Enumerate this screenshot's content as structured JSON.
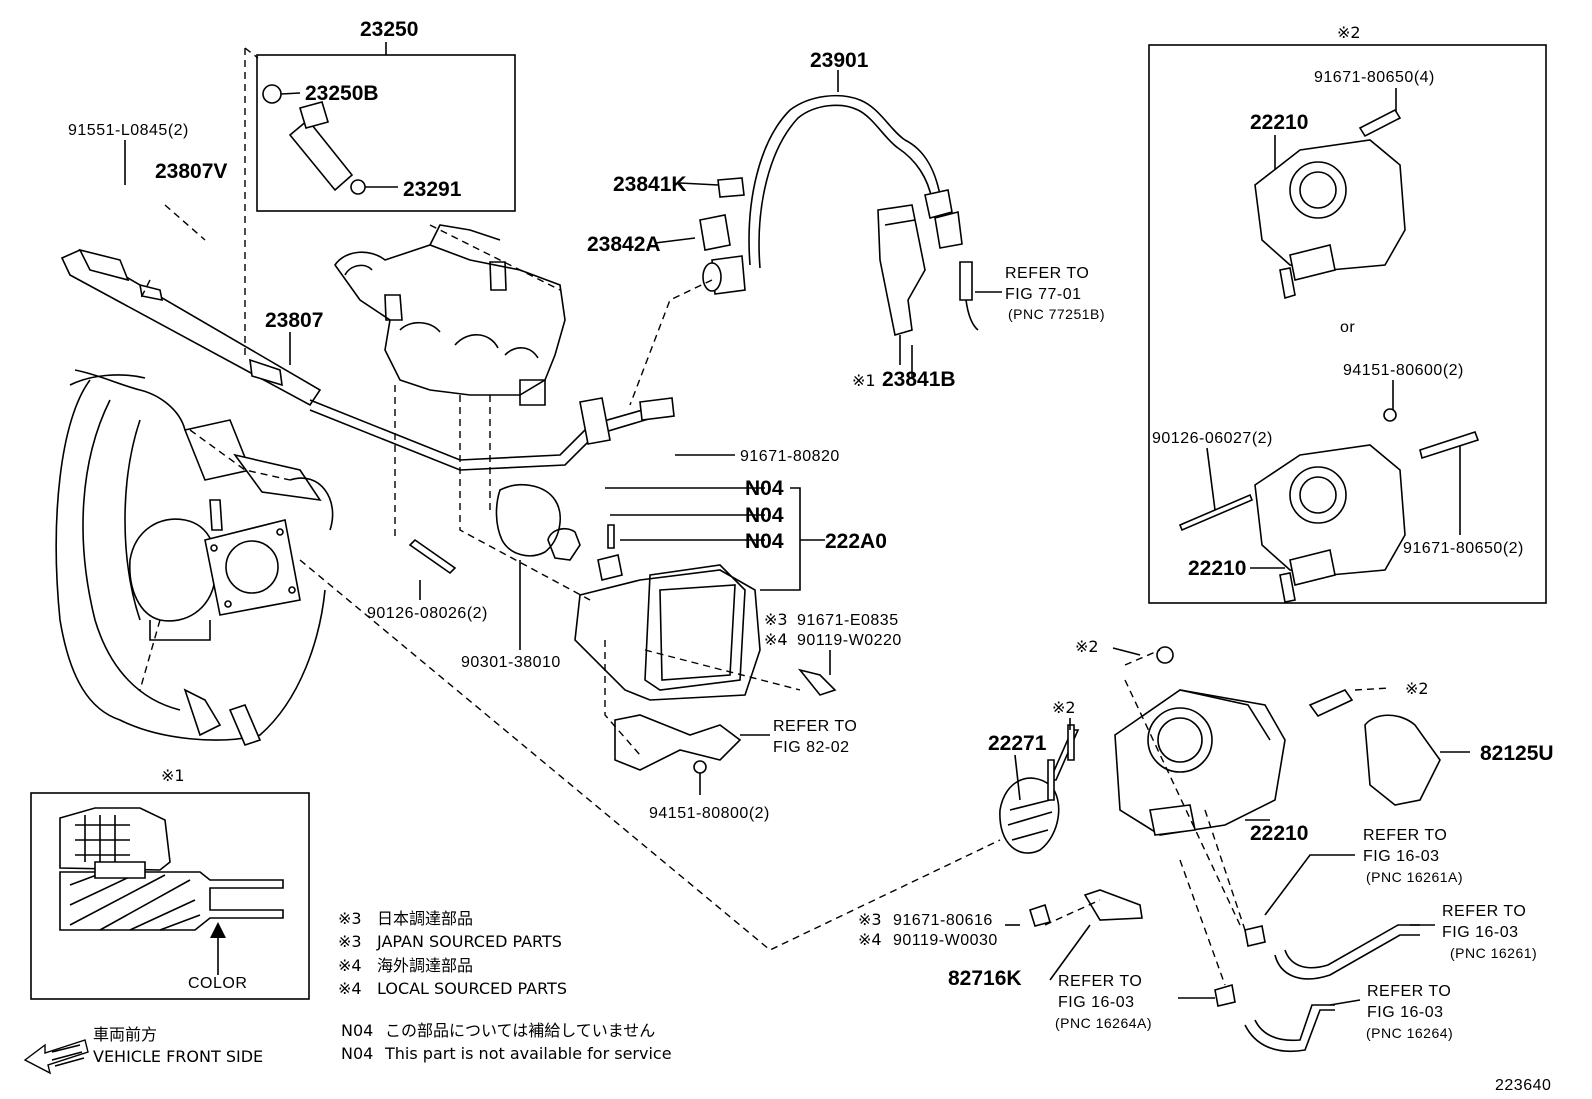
{
  "labels": {
    "p23250": "23250",
    "p23250b": "23250B",
    "p23291": "23291",
    "p91551": "91551-L0845(2)",
    "p23807v": "23807V",
    "p23807": "23807",
    "p23901": "23901",
    "p23841k": "23841K",
    "p23842a": "23842A",
    "refer77_l1": "REFER TO",
    "refer77_l2": "FIG 77-01",
    "refer77_l3": "(PNC 77251B)",
    "p23841b_mark": "※1",
    "p23841b": "23841B",
    "p91671_80820": "91671-80820",
    "n04_1": "N04",
    "n04_2": "N04",
    "n04_3": "N04",
    "p222a0": "222A0",
    "p90126_08026": "90126-08026(2)",
    "p90301": "90301-38010",
    "mark3_a": "※3",
    "p91671_e0835": "91671-E0835",
    "mark4_a": "※4",
    "p90119_w0220": "90119-W0220",
    "refer82_l1": "REFER TO",
    "refer82_l2": "FIG 82-02",
    "p94151_80800": "94151-80800(2)",
    "box2_mark": "※2",
    "p91671_80650_4": "91671-80650(4)",
    "p22210_top": "22210",
    "or": "or",
    "p94151_80600": "94151-80600(2)",
    "p90126_06027": "90126-06027(2)",
    "p22210_mid": "22210",
    "p91671_80650_2": "91671-80650(2)",
    "mark2_a": "※2",
    "mark2_b": "※2",
    "mark2_c": "※2",
    "p22271": "22271",
    "p82125u": "82125U",
    "p22210_bot": "22210",
    "refer16a_l1": "REFER TO",
    "refer16a_l2": "FIG 16-03",
    "refer16a_l3": "(PNC 16261A)",
    "refer16b_l1": "REFER TO",
    "refer16b_l2": "FIG 16-03",
    "refer16b_l3": "(PNC 16261)",
    "mark3_b": "※3",
    "p91671_80616": "91671-80616",
    "mark4_b": "※4",
    "p90119_w0030": "90119-W0030",
    "p82716k": "82716K",
    "refer16c_l1": "REFER TO",
    "refer16c_l2": "FIG 16-03",
    "refer16c_l3": "(PNC 16264A)",
    "refer16d_l1": "REFER TO",
    "refer16d_l2": "FIG 16-03",
    "refer16d_l3": "(PNC 16264)",
    "box1_mark": "※1",
    "color": "COLOR"
  },
  "notes": {
    "n1_mark": "※3",
    "n1_text": "日本調達部品",
    "n2_mark": "※3",
    "n2_text": "JAPAN SOURCED PARTS",
    "n3_mark": "※4",
    "n3_text": "海外調達部品",
    "n4_mark": "※4",
    "n4_text": "LOCAL SOURCED PARTS",
    "n5_code": "N04",
    "n5_text": "この部品については補給していません",
    "n6_code": "N04",
    "n6_text": "This part is not available for service"
  },
  "footer": {
    "front_jp": "車両前方",
    "front_en": "VEHICLE FRONT SIDE",
    "fig_number": "223640"
  },
  "icons": {
    "front_arrow": "front-arrow-icon"
  }
}
